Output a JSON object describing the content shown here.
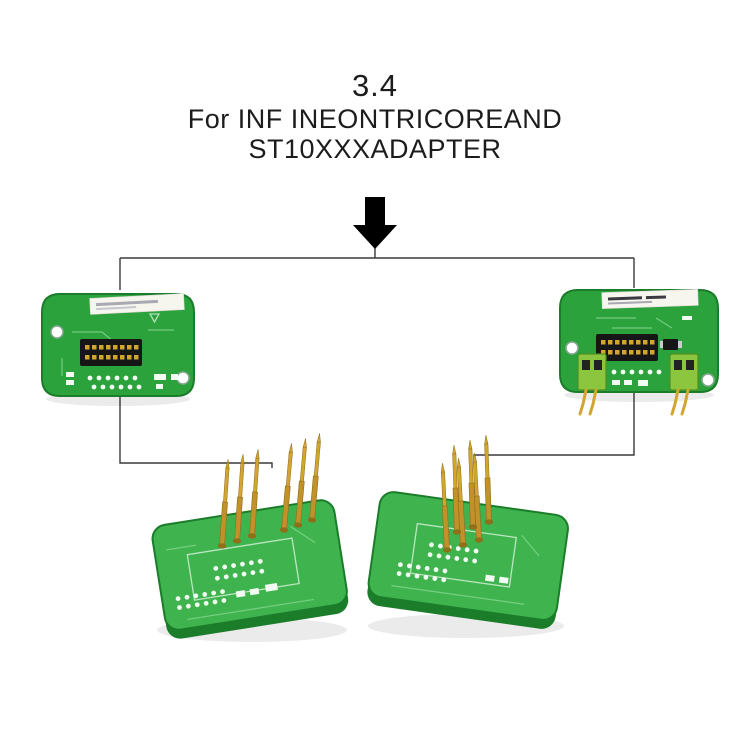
{
  "page": {
    "background": "#ffffff"
  },
  "header": {
    "version": "3.4",
    "title_line1": "For INF INEONTRICOREAND",
    "title_line2": "ST10XXXADAPTER"
  },
  "diagram": {
    "arrow_icon": "down-arrow-icon",
    "boards": [
      {
        "position": "top-left",
        "type": "green PCB adapter with 16-pin header and white label sticker"
      },
      {
        "position": "top-right",
        "type": "green PCB adapter with 16-pin header, label sticker and two terminal blocks with gold pins"
      },
      {
        "position": "bottom-left",
        "type": "green PCB probe adapter with gold spring probe pins"
      },
      {
        "position": "bottom-right",
        "type": "green PCB probe adapter with gold spring probe pins"
      }
    ]
  },
  "colors": {
    "page_bg": "#ffffff",
    "text_color": "#1c1c1c",
    "line_color": "#3a3a3a",
    "arrow_color": "#000000",
    "pcb_green": "#2ba23c",
    "pcb_green_light": "#3fb44e",
    "pcb_green_dark": "#1b7c2a",
    "trace_green": "#7fd48b",
    "sticker_white": "#f6f6ef",
    "connector_black": "#161616",
    "terminal_green": "#8cc63f",
    "pin_gold": "#d2a52e",
    "pin_gold_dark": "#8e6f1a"
  }
}
